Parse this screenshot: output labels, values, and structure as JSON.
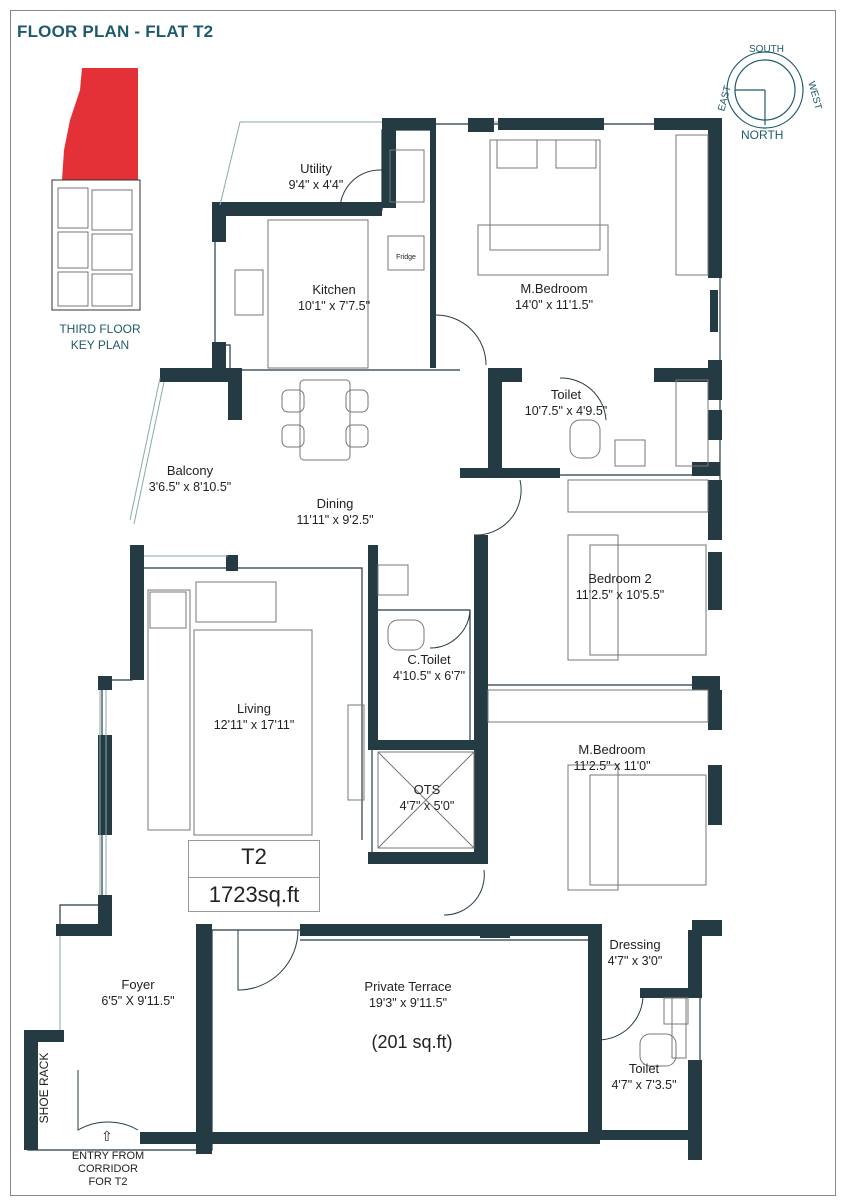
{
  "title": "FLOOR PLAN - FLAT T2",
  "key_plan": {
    "line1": "THIRD FLOOR",
    "line2": "KEY PLAN"
  },
  "compass": {
    "north": "NORTH",
    "south": "SOUTH",
    "east": "EAST",
    "west": "WEST"
  },
  "rooms": {
    "utility": {
      "name": "Utility",
      "dim": "9'4\" x 4'4\""
    },
    "kitchen": {
      "name": "Kitchen",
      "dim": "10'1\" x 7'7.5\""
    },
    "mbed1": {
      "name": "M.Bedroom",
      "dim": "14'0\" x 11'1.5\""
    },
    "toilet1": {
      "name": "Toilet",
      "dim": "10'7.5\" x 4'9.5\""
    },
    "balcony": {
      "name": "Balcony",
      "dim": "3'6.5\" x 8'10.5\""
    },
    "dining": {
      "name": "Dining",
      "dim": "11'11\" x 9'2.5\""
    },
    "bed2": {
      "name": "Bedroom 2",
      "dim": "11'2.5\" x 10'5.5\""
    },
    "ctoilet": {
      "name": "C.Toilet",
      "dim": "4'10.5\" x 6'7\""
    },
    "living": {
      "name": "Living",
      "dim": "12'11\" x 17'11\""
    },
    "mbed2": {
      "name": "M.Bedroom",
      "dim": "11'2.5\" x 11'0\""
    },
    "ots": {
      "name": "OTS",
      "dim": "4'7\" x 5'0\""
    },
    "dressing": {
      "name": "Dressing",
      "dim": "4'7\" x 3'0\""
    },
    "foyer": {
      "name": "Foyer",
      "dim": "6'5\" X 9'11.5\""
    },
    "terrace": {
      "name": "Private Terrace",
      "dim": "19'3\" x 9'11.5\""
    },
    "toilet2": {
      "name": "Toilet",
      "dim": "4'7\" x 7'3.5\""
    }
  },
  "fridge_label": "Fridge",
  "unit": {
    "name": "T2",
    "area": "1723sq.ft"
  },
  "terrace_area": "(201 sq.ft)",
  "shoe_rack": "SHOE RACK",
  "entry": {
    "line1": "ENTRY FROM",
    "line2": "CORRIDOR",
    "line3": "FOR T2"
  },
  "colors": {
    "wall": "#253b44",
    "accent": "#1f5a6c",
    "keyplan_red": "#e11b22"
  }
}
